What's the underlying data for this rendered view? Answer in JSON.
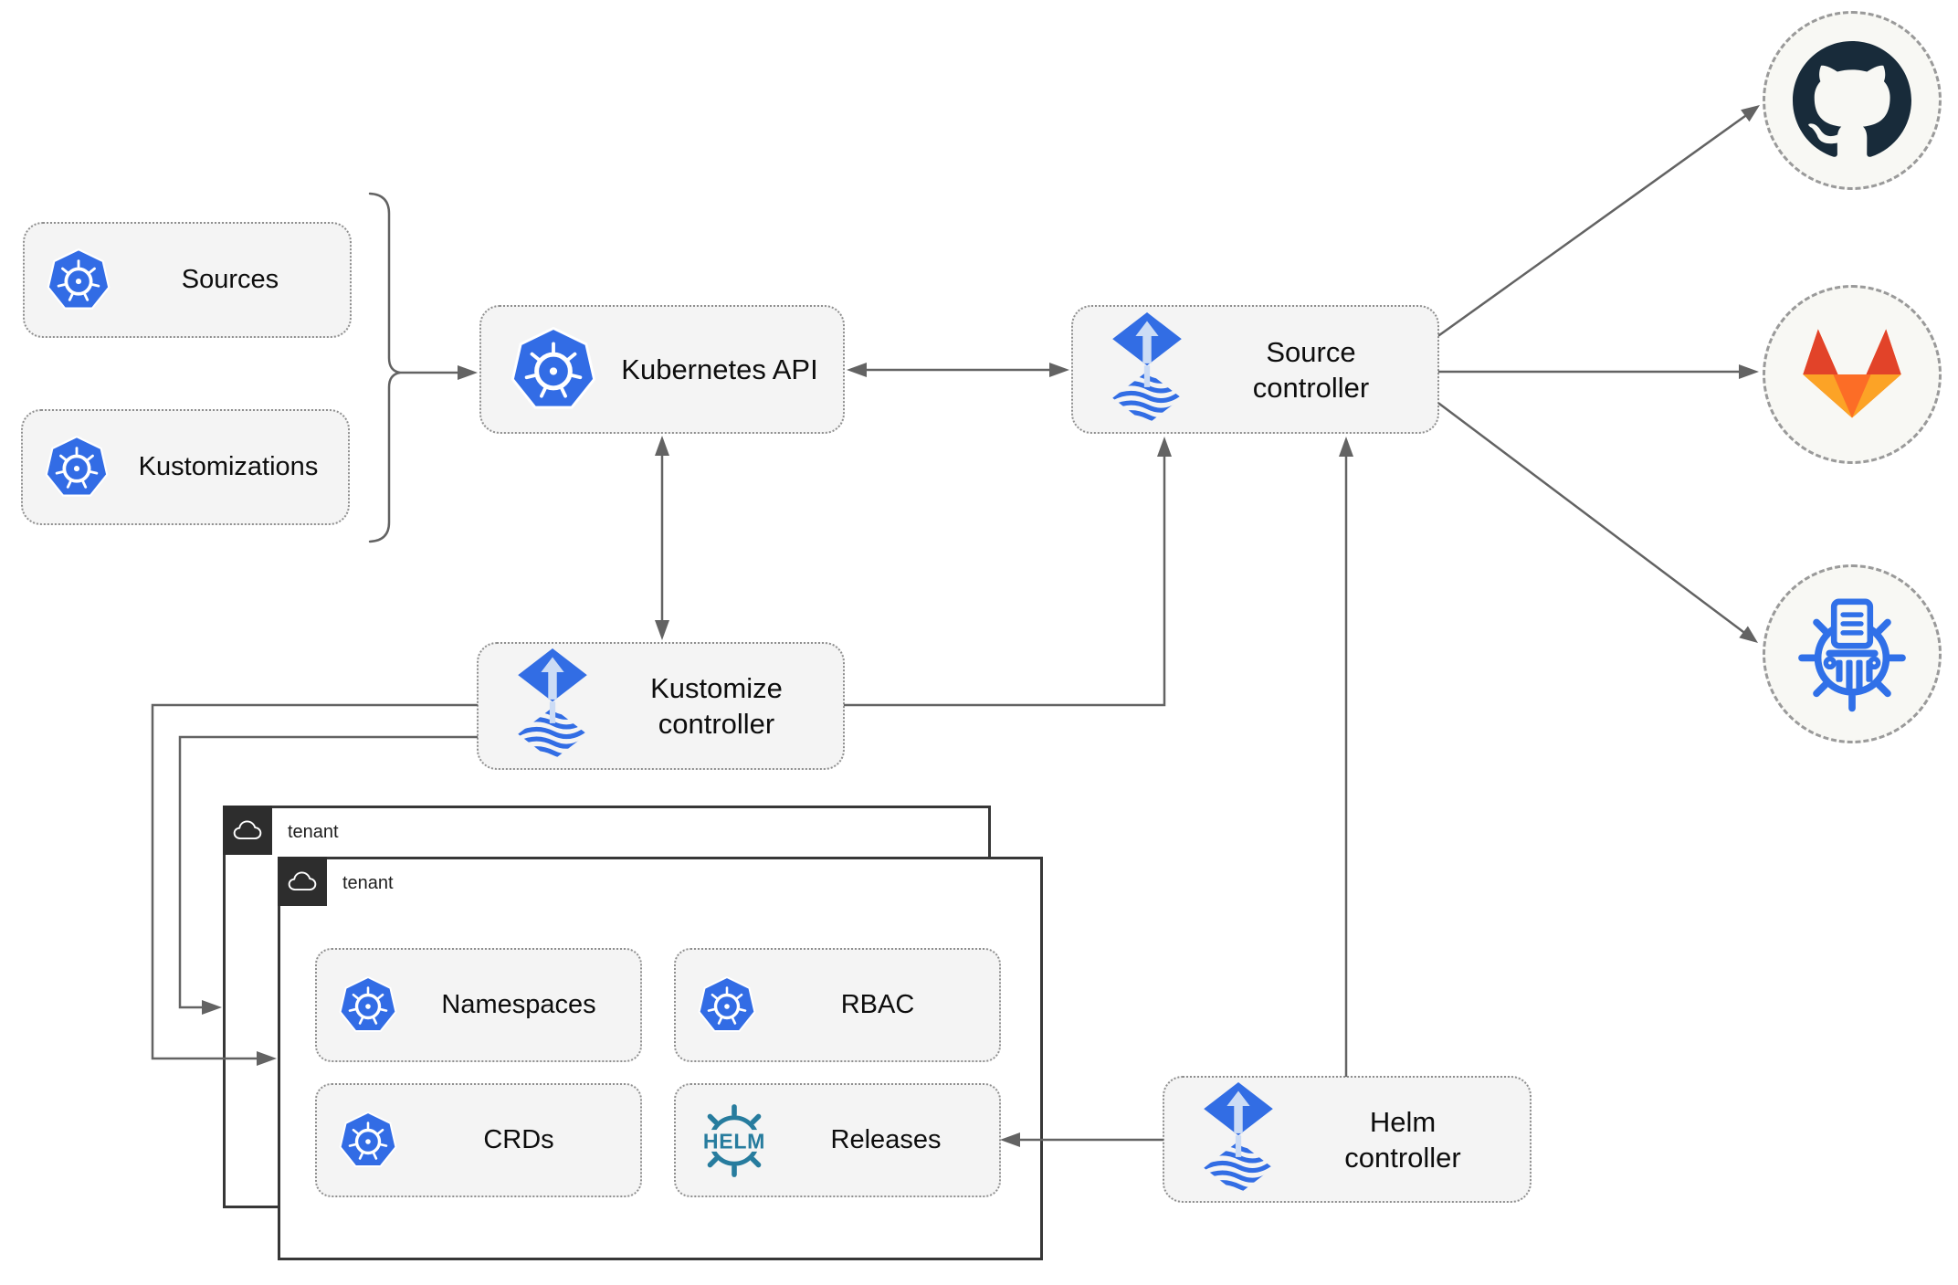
{
  "nodes": {
    "sources": "Sources",
    "kustomizations": "Kustomizations",
    "kubernetes_api": "Kubernetes API",
    "source_controller": "Source controller",
    "kustomize_controller": "Kustomize controller",
    "helm_controller": "Helm controller",
    "tenant_back": "tenant",
    "tenant_front": "tenant",
    "namespaces": "Namespaces",
    "rbac": "RBAC",
    "crds": "CRDs",
    "releases": "Releases"
  },
  "icons": {
    "kubernetes": "kubernetes-logo",
    "flux": "flux-logo",
    "helm": "helm-wheel-logo",
    "helm_text": "HELM",
    "cloud": "cloud-icon",
    "github": "github-octocat-logo",
    "gitlab": "gitlab-tanuki-logo",
    "chartmuseum": "chartmuseum-logo"
  },
  "colors": {
    "kubernetes_blue": "#326ce5",
    "flux_blue": "#326de4",
    "flux_arrow_light": "#ccdcf5",
    "helm_teal": "#277c9e",
    "github_dark": "#182b3a",
    "gitlab_red": "#e24329",
    "gitlab_orange": "#fc6d26",
    "gitlab_yellow": "#fca326",
    "chartmuseum_blue": "#3070e8",
    "arrow_gray": "#636363",
    "tenant_frame_dark": "#373737",
    "node_background": "#f4f4f4"
  },
  "edges": [
    {
      "from": "sources+kustomizations",
      "to": "kubernetes_api",
      "style": "brace-arrow"
    },
    {
      "from": "kubernetes_api",
      "to": "source_controller",
      "style": "double-arrow"
    },
    {
      "from": "kubernetes_api",
      "to": "kustomize_controller",
      "style": "double-arrow"
    },
    {
      "from": "kustomize_controller",
      "to": "source_controller",
      "style": "arrow"
    },
    {
      "from": "kustomize_controller",
      "to": "tenant_back",
      "style": "arrow"
    },
    {
      "from": "kustomize_controller",
      "to": "tenant_front",
      "style": "arrow"
    },
    {
      "from": "helm_controller",
      "to": "source_controller",
      "style": "arrow"
    },
    {
      "from": "helm_controller",
      "to": "releases",
      "style": "arrow"
    },
    {
      "from": "source_controller",
      "to": "github",
      "style": "arrow"
    },
    {
      "from": "source_controller",
      "to": "gitlab",
      "style": "arrow"
    },
    {
      "from": "source_controller",
      "to": "chartmuseum",
      "style": "arrow"
    }
  ]
}
